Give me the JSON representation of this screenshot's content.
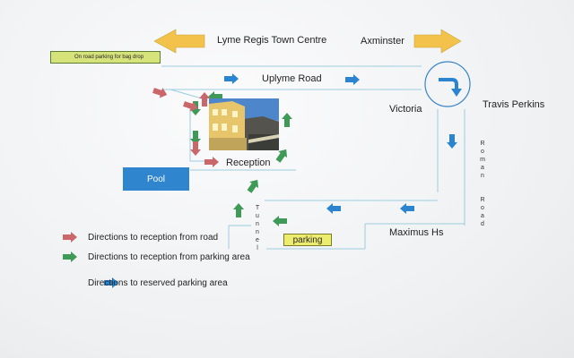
{
  "labels": {
    "lyme_regis": "Lyme Regis Town Centre",
    "axminster": "Axminster",
    "bag_drop": "On road parking for bag drop",
    "uplyme_road": "Uplyme Road",
    "victoria": "Victoria",
    "travis_perkins": "Travis Perkins",
    "reception": "Reception",
    "pool": "Pool",
    "roman_road": "Roman Road",
    "tunnel": "Tunnel",
    "parking": "parking",
    "maximus": "Maximus Hs"
  },
  "legend": [
    {
      "text": "Directions to reception from road",
      "color": "#c9676b"
    },
    {
      "text": "Directions to reception from parking area",
      "color": "#3f9a57"
    },
    {
      "text": "Directions to reserved parking area",
      "color": "#2a84cf"
    }
  ],
  "colors": {
    "road_arrow_yellow": "#f2c24a",
    "blue": "#2a84cf",
    "green": "#3f9a57",
    "red": "#c9676b",
    "road_line": "#9ccde0",
    "pool": "#2f86cf",
    "bag_drop": "#d6e27a",
    "parking": "#ecec6e"
  },
  "icons": {
    "roundabout": "roundabout-turn-icon",
    "arrow": "direction-arrow-icon",
    "photo": "hotel-photo"
  }
}
